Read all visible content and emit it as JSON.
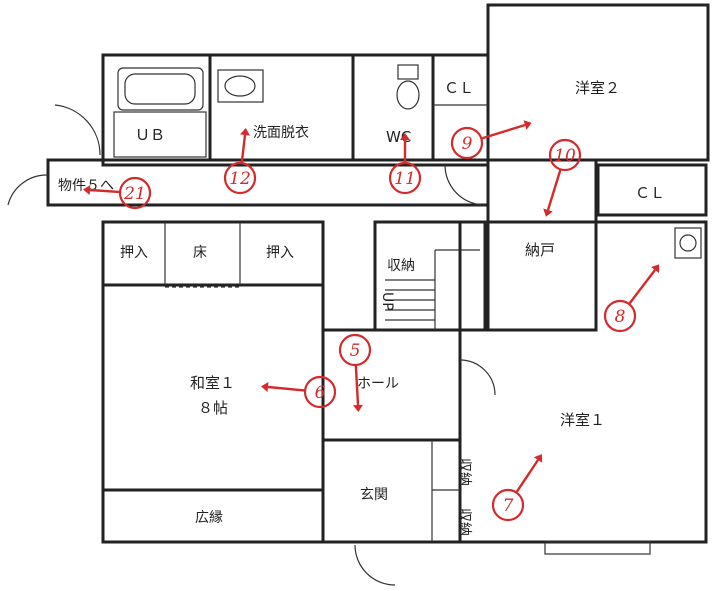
{
  "rooms": {
    "ub": "ＵＢ",
    "senmen": "洗面脱衣",
    "wc": "WC",
    "cl_top": "ＣＬ",
    "youshitsu2": "洋室２",
    "cl_right": "ＣＬ",
    "nando": "納戸",
    "shuno_stairs": "収納",
    "up": "UP",
    "oshiire_left": "押入",
    "toko": "床",
    "oshiire_right": "押入",
    "washitsu": "和室１",
    "washitsu_size": "８帖",
    "hall": "ホール",
    "youshitsu1": "洋室１",
    "genkan": "玄関",
    "shuno_genkan_1": "収納",
    "shuno_genkan_2": "収納",
    "hiroen": "広縁",
    "corridor_note": "物件５へ"
  },
  "markers": [
    "21",
    "12",
    "11",
    "9",
    "10",
    "8",
    "5",
    "6",
    "7"
  ],
  "colors": {
    "marker": "#d42a2a",
    "wall": "#222222"
  }
}
